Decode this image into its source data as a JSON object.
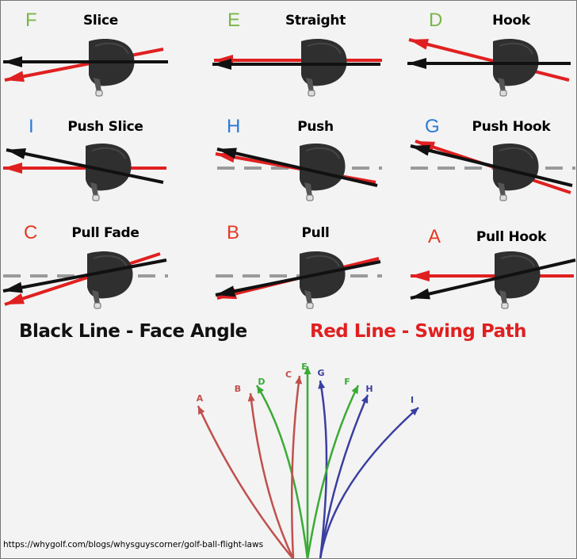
{
  "colors": {
    "background": "#f3f3f3",
    "face_angle": "#111111",
    "swing_path": "#e02020",
    "target_line": "#9a9a9a",
    "club_head": "#2f2f2f",
    "letter_green": "#7ab648",
    "letter_blue": "#2a7ad8",
    "letter_red": "#e23a25",
    "traj_red": "#c0504d",
    "traj_green": "#3aaa35",
    "traj_blue": "#3b3fa0"
  },
  "panels": [
    {
      "id": "slice",
      "letter": "F",
      "letter_color": "green",
      "title": "Slice"
    },
    {
      "id": "straight",
      "letter": "E",
      "letter_color": "green",
      "title": "Straight"
    },
    {
      "id": "hook",
      "letter": "D",
      "letter_color": "green",
      "title": "Hook"
    },
    {
      "id": "push-slice",
      "letter": "I",
      "letter_color": "blue",
      "title": "Push Slice"
    },
    {
      "id": "push",
      "letter": "H",
      "letter_color": "blue",
      "title": "Push"
    },
    {
      "id": "push-hook",
      "letter": "G",
      "letter_color": "blue",
      "title": "Push Hook"
    },
    {
      "id": "pull-fade",
      "letter": "C",
      "letter_color": "red",
      "title": "Pull Fade"
    },
    {
      "id": "pull",
      "letter": "B",
      "letter_color": "red",
      "title": "Pull"
    },
    {
      "id": "pull-hook",
      "letter": "A",
      "letter_color": "red",
      "title": "Pull Hook"
    }
  ],
  "legend": {
    "black": "Black Line - Face Angle",
    "red": "Red Line - Swing Path"
  },
  "trajectories": [
    {
      "label": "A",
      "color": "red"
    },
    {
      "label": "B",
      "color": "red"
    },
    {
      "label": "D",
      "color": "green"
    },
    {
      "label": "C",
      "color": "red"
    },
    {
      "label": "E",
      "color": "green"
    },
    {
      "label": "G",
      "color": "blue"
    },
    {
      "label": "F",
      "color": "green"
    },
    {
      "label": "H",
      "color": "blue"
    },
    {
      "label": "I",
      "color": "blue"
    }
  ],
  "source_url": "https://whygolf.com/blogs/whysguyscorner/golf-ball-flight-laws"
}
